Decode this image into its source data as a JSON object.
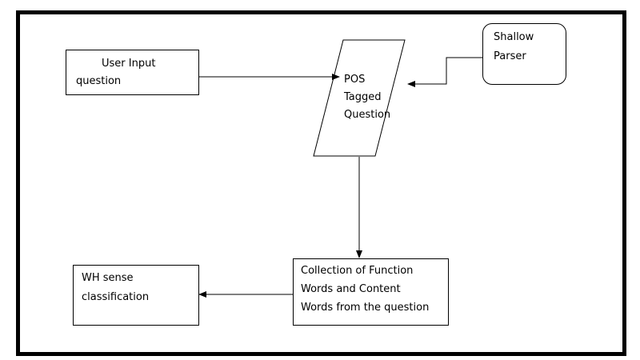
{
  "diagram": {
    "nodes": {
      "user_input": {
        "line1": "User Input",
        "line2": "question"
      },
      "pos_tagged": {
        "line1": "POS",
        "line2": "Tagged",
        "line3": "Question"
      },
      "shallow_parser": {
        "line1": "Shallow",
        "line2": "Parser"
      },
      "collection": {
        "line1": "Collection of Function",
        "line2": "Words and Content",
        "line3": "Words from the question"
      },
      "wh_sense": {
        "line1": "WH sense",
        "line2": "classification"
      }
    },
    "edges": [
      {
        "from": "user_input",
        "to": "pos_tagged"
      },
      {
        "from": "shallow_parser",
        "to": "pos_tagged"
      },
      {
        "from": "pos_tagged",
        "to": "collection"
      },
      {
        "from": "collection",
        "to": "wh_sense"
      }
    ]
  }
}
